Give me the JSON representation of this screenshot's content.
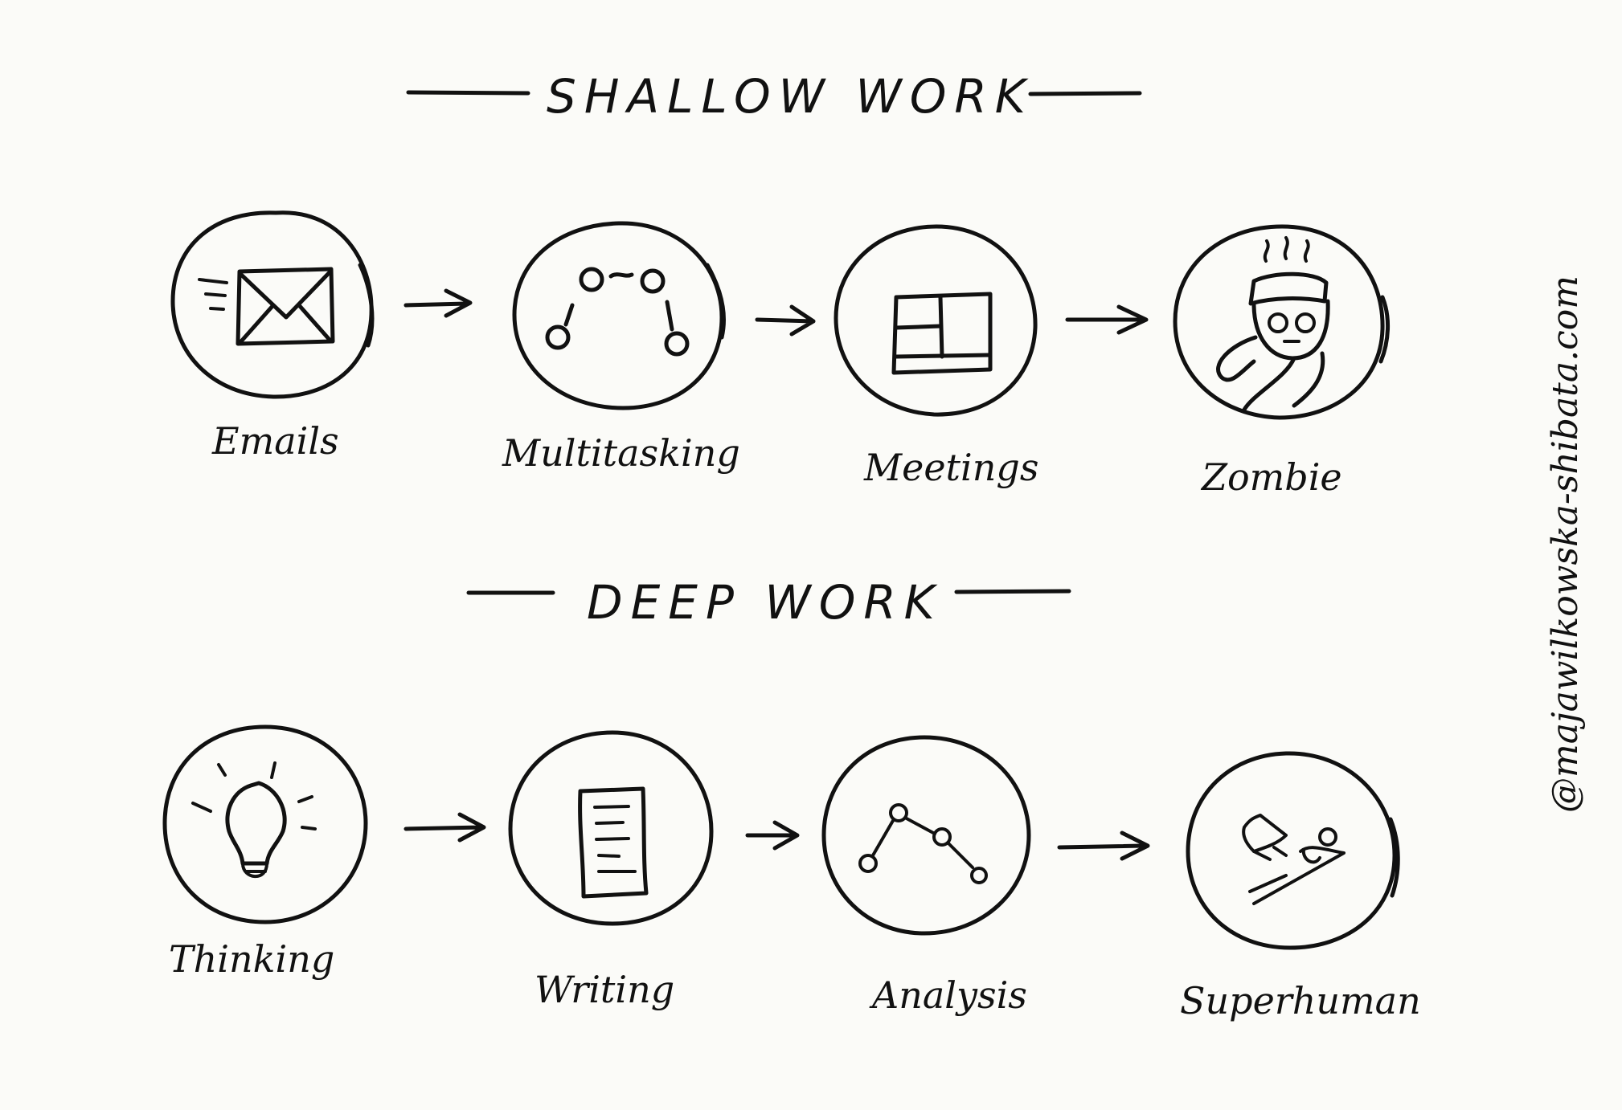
{
  "headings": {
    "shallow": "SHALLOW WORK",
    "deep": "DEEP WORK"
  },
  "shallow": [
    {
      "label": "Emails",
      "icon": "envelope-icon"
    },
    {
      "label": "Multitasking",
      "icon": "scattered-dots-icon"
    },
    {
      "label": "Meetings",
      "icon": "table-icon"
    },
    {
      "label": "Zombie",
      "icon": "zombie-icon"
    }
  ],
  "deep": [
    {
      "label": "Thinking",
      "icon": "lightbulb-icon"
    },
    {
      "label": "Writing",
      "icon": "document-icon"
    },
    {
      "label": "Analysis",
      "icon": "connected-dots-icon"
    },
    {
      "label": "Superhuman",
      "icon": "flying-superhero-icon"
    }
  ],
  "credit": "@majawilkowska-shibata.com",
  "colors": {
    "ink": "#111111",
    "paper": "#fbfbf8"
  }
}
